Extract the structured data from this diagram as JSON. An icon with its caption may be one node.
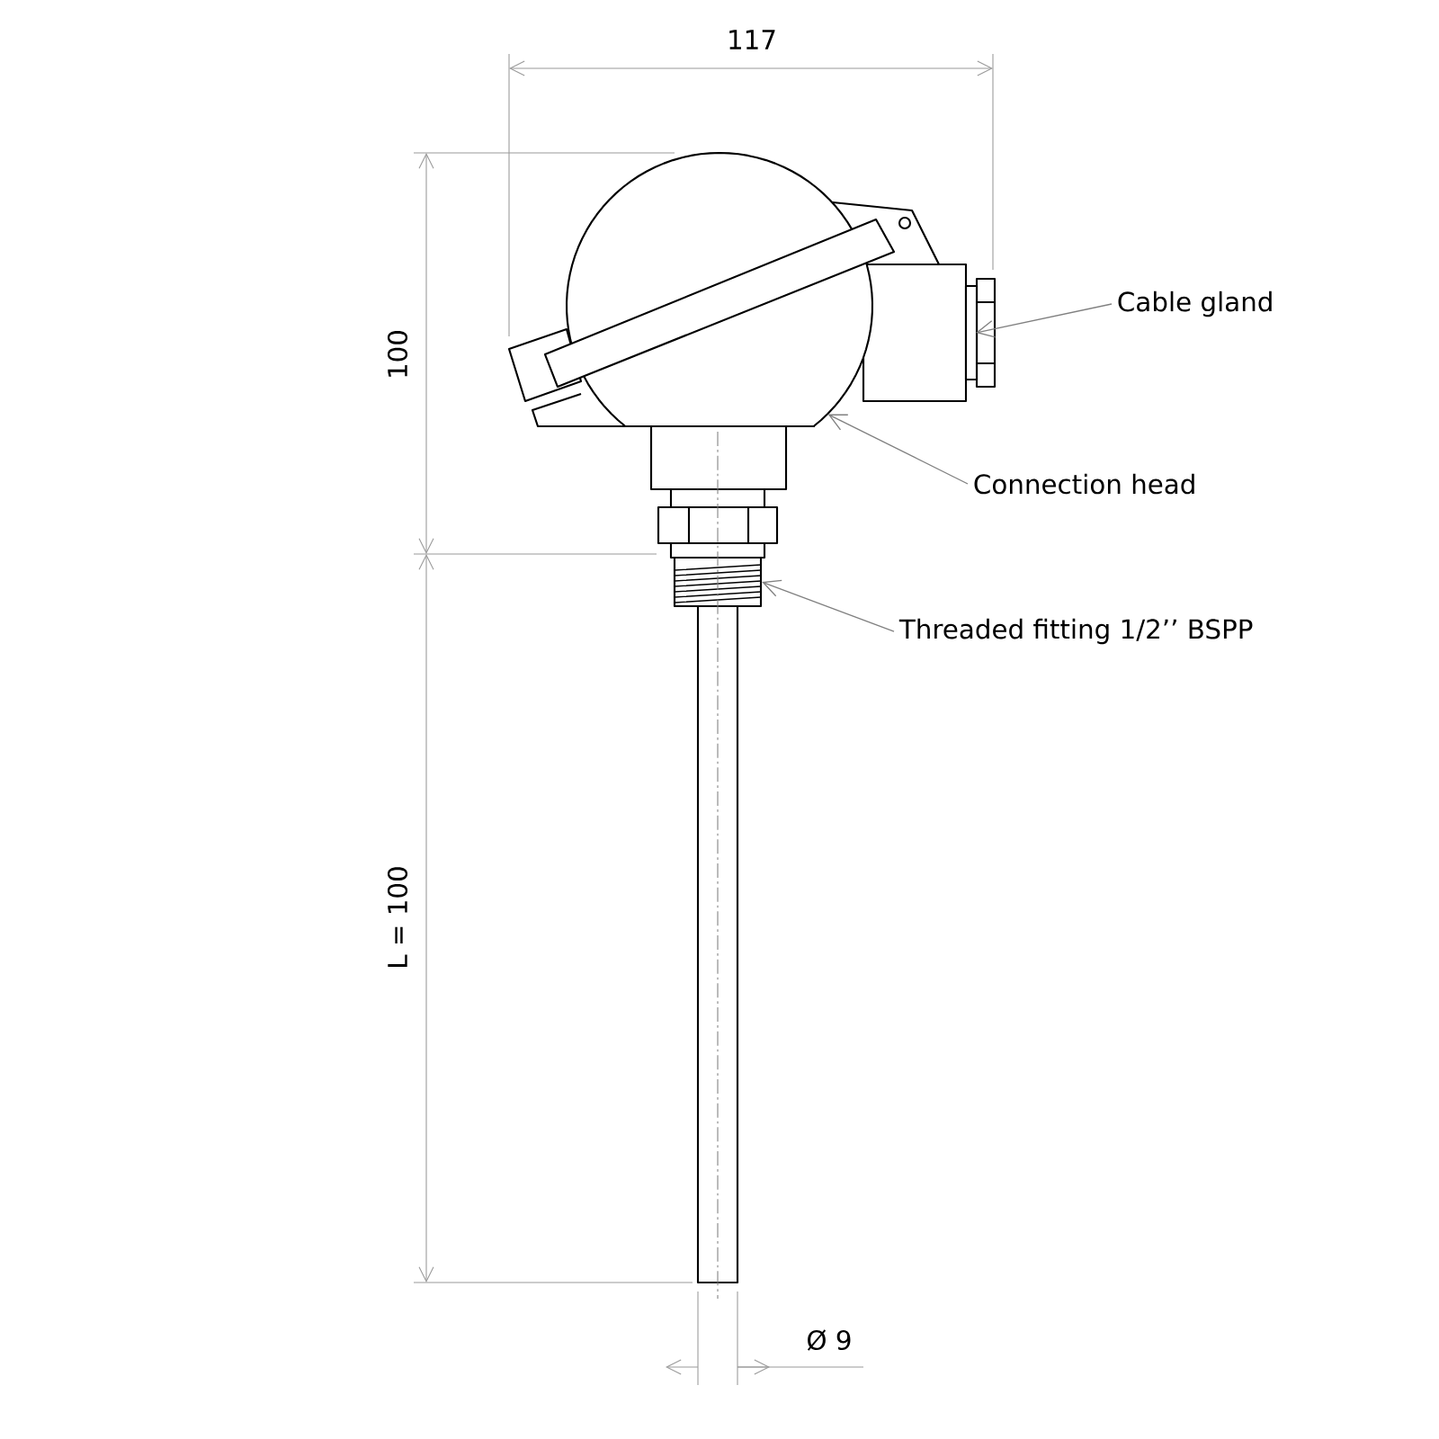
{
  "diagram": {
    "nodes": [
      {
        "text": [
          "Cable gland"
        ]
      },
      {
        "text": [],
        "shape": "box"
      },
      {
        "text": [
          "Connection head"
        ]
      },
      {
        "text": [],
        "shape": "circle"
      },
      {
        "text": [
          "Threaded fitting 1/2’’ BSPP"
        ]
      },
      {
        "text": [],
        "shape": "box"
      }
    ],
    "edges": [
      {
        "from": 0,
        "to": 1,
        "arrow": "to"
      },
      {
        "from": 2,
        "to": 3,
        "arrow": "to"
      },
      {
        "from": 4,
        "to": 5,
        "arrow": "to"
      }
    ],
    "labels": [
      "117",
      "100",
      "L = 100",
      "Ø 9"
    ]
  }
}
